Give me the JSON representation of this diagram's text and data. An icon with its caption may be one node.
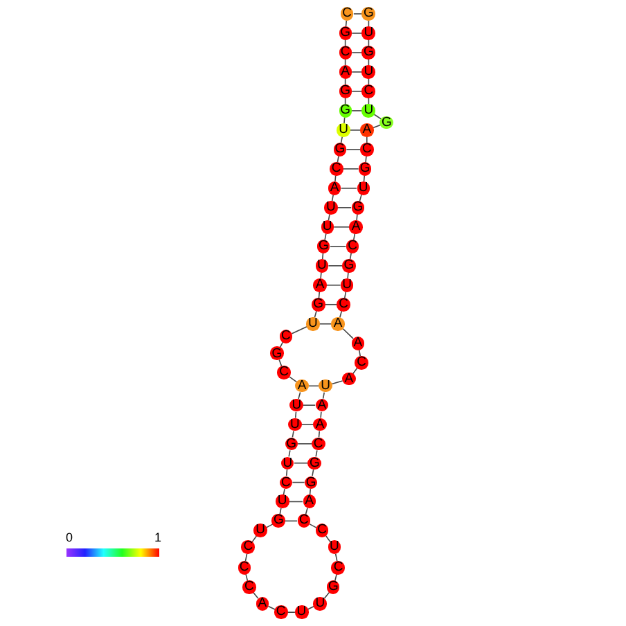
{
  "diagram": {
    "nodes": [
      {
        "text": [
          "C"
        ]
      },
      {
        "text": [
          "G"
        ]
      },
      {
        "text": [
          "C"
        ]
      },
      {
        "text": [
          "A"
        ]
      },
      {
        "text": [
          "G"
        ]
      },
      {
        "text": [
          "G"
        ]
      },
      {
        "text": [
          "U"
        ]
      },
      {
        "text": [
          "G"
        ]
      },
      {
        "text": [
          "C"
        ]
      },
      {
        "text": [
          "A"
        ]
      },
      {
        "text": [
          "U"
        ]
      },
      {
        "text": [
          "U"
        ]
      },
      {
        "text": [
          "G"
        ]
      },
      {
        "text": [
          "U"
        ]
      },
      {
        "text": [
          "A"
        ]
      },
      {
        "text": [
          "G"
        ]
      },
      {
        "text": [
          "U"
        ]
      },
      {
        "text": [
          "C"
        ]
      },
      {
        "text": [
          "G"
        ]
      },
      {
        "text": [
          "C"
        ]
      },
      {
        "text": [
          "A"
        ]
      },
      {
        "text": [
          "U"
        ]
      },
      {
        "text": [
          "U"
        ]
      },
      {
        "text": [
          "G"
        ]
      },
      {
        "text": [
          "U"
        ]
      },
      {
        "text": [
          "C"
        ]
      },
      {
        "text": [
          "U"
        ]
      },
      {
        "text": [
          "G"
        ]
      },
      {
        "text": [
          "U"
        ]
      },
      {
        "text": [
          "C"
        ]
      },
      {
        "text": [
          "C"
        ]
      },
      {
        "text": [
          "C"
        ]
      },
      {
        "text": [
          "A"
        ]
      },
      {
        "text": [
          "C"
        ]
      },
      {
        "text": [
          "U"
        ]
      },
      {
        "text": [
          "U"
        ]
      },
      {
        "text": [
          "G"
        ]
      },
      {
        "text": [
          "C"
        ]
      },
      {
        "text": [
          "U"
        ]
      },
      {
        "text": [
          "C"
        ]
      },
      {
        "text": [
          "C"
        ]
      },
      {
        "text": [
          "A"
        ]
      },
      {
        "text": [
          "G"
        ]
      },
      {
        "text": [
          "G"
        ]
      },
      {
        "text": [
          "C"
        ]
      },
      {
        "text": [
          "A"
        ]
      },
      {
        "text": [
          "A"
        ]
      },
      {
        "text": [
          "U"
        ]
      },
      {
        "text": [
          "A"
        ]
      },
      {
        "text": [
          "C"
        ]
      },
      {
        "text": [
          "A"
        ]
      },
      {
        "text": [
          "A"
        ]
      },
      {
        "text": [
          "C"
        ]
      },
      {
        "text": [
          "U"
        ]
      },
      {
        "text": [
          "G"
        ]
      },
      {
        "text": [
          "C"
        ]
      },
      {
        "text": [
          "A"
        ]
      },
      {
        "text": [
          "G"
        ]
      },
      {
        "text": [
          "U"
        ]
      },
      {
        "text": [
          "G"
        ]
      },
      {
        "text": [
          "C"
        ]
      },
      {
        "text": [
          "A"
        ]
      },
      {
        "text": [
          "G"
        ]
      },
      {
        "text": [
          "U"
        ]
      },
      {
        "text": [
          "C"
        ]
      },
      {
        "text": [
          "U"
        ]
      },
      {
        "text": [
          "G"
        ]
      },
      {
        "text": [
          "U"
        ]
      },
      {
        "text": [
          "G"
        ]
      }
    ],
    "edges": [
      {
        "from": 0,
        "to": 1,
        "arrow": "none"
      },
      {
        "from": 1,
        "to": 2,
        "arrow": "none"
      },
      {
        "from": 2,
        "to": 3,
        "arrow": "none"
      },
      {
        "from": 3,
        "to": 4,
        "arrow": "none"
      },
      {
        "from": 4,
        "to": 5,
        "arrow": "none"
      },
      {
        "from": 5,
        "to": 6,
        "arrow": "none"
      },
      {
        "from": 6,
        "to": 7,
        "arrow": "none"
      },
      {
        "from": 7,
        "to": 8,
        "arrow": "none"
      },
      {
        "from": 8,
        "to": 9,
        "arrow": "none"
      },
      {
        "from": 9,
        "to": 10,
        "arrow": "none"
      },
      {
        "from": 10,
        "to": 11,
        "arrow": "none"
      },
      {
        "from": 11,
        "to": 12,
        "arrow": "none"
      },
      {
        "from": 12,
        "to": 13,
        "arrow": "none"
      },
      {
        "from": 13,
        "to": 14,
        "arrow": "none"
      },
      {
        "from": 14,
        "to": 15,
        "arrow": "none"
      },
      {
        "from": 15,
        "to": 16,
        "arrow": "none"
      },
      {
        "from": 16,
        "to": 17,
        "arrow": "none"
      },
      {
        "from": 17,
        "to": 18,
        "arrow": "none"
      },
      {
        "from": 18,
        "to": 19,
        "arrow": "none"
      },
      {
        "from": 19,
        "to": 20,
        "arrow": "none"
      },
      {
        "from": 20,
        "to": 21,
        "arrow": "none"
      },
      {
        "from": 21,
        "to": 22,
        "arrow": "none"
      },
      {
        "from": 22,
        "to": 23,
        "arrow": "none"
      },
      {
        "from": 23,
        "to": 24,
        "arrow": "none"
      },
      {
        "from": 24,
        "to": 25,
        "arrow": "none"
      },
      {
        "from": 25,
        "to": 26,
        "arrow": "none"
      },
      {
        "from": 26,
        "to": 27,
        "arrow": "none"
      },
      {
        "from": 27,
        "to": 28,
        "arrow": "none"
      },
      {
        "from": 28,
        "to": 29,
        "arrow": "none"
      },
      {
        "from": 29,
        "to": 30,
        "arrow": "none"
      },
      {
        "from": 30,
        "to": 31,
        "arrow": "none"
      },
      {
        "from": 31,
        "to": 32,
        "arrow": "none"
      },
      {
        "from": 32,
        "to": 33,
        "arrow": "none"
      },
      {
        "from": 33,
        "to": 34,
        "arrow": "none"
      },
      {
        "from": 34,
        "to": 35,
        "arrow": "none"
      },
      {
        "from": 35,
        "to": 36,
        "arrow": "none"
      },
      {
        "from": 36,
        "to": 37,
        "arrow": "none"
      },
      {
        "from": 37,
        "to": 38,
        "arrow": "none"
      },
      {
        "from": 38,
        "to": 39,
        "arrow": "none"
      },
      {
        "from": 39,
        "to": 40,
        "arrow": "none"
      },
      {
        "from": 40,
        "to": 41,
        "arrow": "none"
      },
      {
        "from": 41,
        "to": 42,
        "arrow": "none"
      },
      {
        "from": 42,
        "to": 43,
        "arrow": "none"
      },
      {
        "from": 43,
        "to": 44,
        "arrow": "none"
      },
      {
        "from": 44,
        "to": 45,
        "arrow": "none"
      },
      {
        "from": 45,
        "to": 46,
        "arrow": "none"
      },
      {
        "from": 46,
        "to": 47,
        "arrow": "none"
      },
      {
        "from": 47,
        "to": 48,
        "arrow": "none"
      },
      {
        "from": 48,
        "to": 49,
        "arrow": "none"
      },
      {
        "from": 49,
        "to": 50,
        "arrow": "none"
      },
      {
        "from": 50,
        "to": 51,
        "arrow": "none"
      },
      {
        "from": 51,
        "to": 52,
        "arrow": "none"
      },
      {
        "from": 52,
        "to": 53,
        "arrow": "none"
      },
      {
        "from": 53,
        "to": 54,
        "arrow": "none"
      },
      {
        "from": 54,
        "to": 55,
        "arrow": "none"
      },
      {
        "from": 55,
        "to": 56,
        "arrow": "none"
      },
      {
        "from": 56,
        "to": 57,
        "arrow": "none"
      },
      {
        "from": 57,
        "to": 58,
        "arrow": "none"
      },
      {
        "from": 58,
        "to": 59,
        "arrow": "none"
      },
      {
        "from": 59,
        "to": 60,
        "arrow": "none"
      },
      {
        "from": 60,
        "to": 61,
        "arrow": "none"
      },
      {
        "from": 61,
        "to": 62,
        "arrow": "none"
      },
      {
        "from": 62,
        "to": 63,
        "arrow": "none"
      },
      {
        "from": 63,
        "to": 64,
        "arrow": "none"
      },
      {
        "from": 64,
        "to": 65,
        "arrow": "none"
      },
      {
        "from": 65,
        "to": 66,
        "arrow": "none"
      },
      {
        "from": 66,
        "to": 67,
        "arrow": "none"
      },
      {
        "from": 67,
        "to": 68,
        "arrow": "none"
      },
      {
        "from": 0,
        "to": 68,
        "arrow": "none"
      },
      {
        "from": 1,
        "to": 67,
        "arrow": "none"
      },
      {
        "from": 2,
        "to": 66,
        "arrow": "none"
      },
      {
        "from": 3,
        "to": 65,
        "arrow": "none"
      },
      {
        "from": 4,
        "to": 64,
        "arrow": "none"
      },
      {
        "from": 5,
        "to": 63,
        "arrow": "none"
      },
      {
        "from": 6,
        "to": 61,
        "arrow": "none"
      },
      {
        "from": 7,
        "to": 60,
        "arrow": "none"
      },
      {
        "from": 8,
        "to": 59,
        "arrow": "none"
      },
      {
        "from": 9,
        "to": 58,
        "arrow": "none"
      },
      {
        "from": 10,
        "to": 57,
        "arrow": "none"
      },
      {
        "from": 11,
        "to": 56,
        "arrow": "none"
      },
      {
        "from": 12,
        "to": 55,
        "arrow": "none"
      },
      {
        "from": 13,
        "to": 54,
        "arrow": "none"
      },
      {
        "from": 14,
        "to": 53,
        "arrow": "none"
      },
      {
        "from": 15,
        "to": 52,
        "arrow": "none"
      },
      {
        "from": 16,
        "to": 51,
        "arrow": "none"
      },
      {
        "from": 20,
        "to": 47,
        "arrow": "none"
      },
      {
        "from": 21,
        "to": 46,
        "arrow": "none"
      },
      {
        "from": 22,
        "to": 45,
        "arrow": "none"
      },
      {
        "from": 23,
        "to": 44,
        "arrow": "none"
      },
      {
        "from": 24,
        "to": 43,
        "arrow": "none"
      },
      {
        "from": 25,
        "to": 42,
        "arrow": "none"
      },
      {
        "from": 26,
        "to": 41,
        "arrow": "none"
      },
      {
        "from": 27,
        "to": 40,
        "arrow": "none"
      }
    ],
    "labels": [
      "0",
      "1"
    ]
  }
}
